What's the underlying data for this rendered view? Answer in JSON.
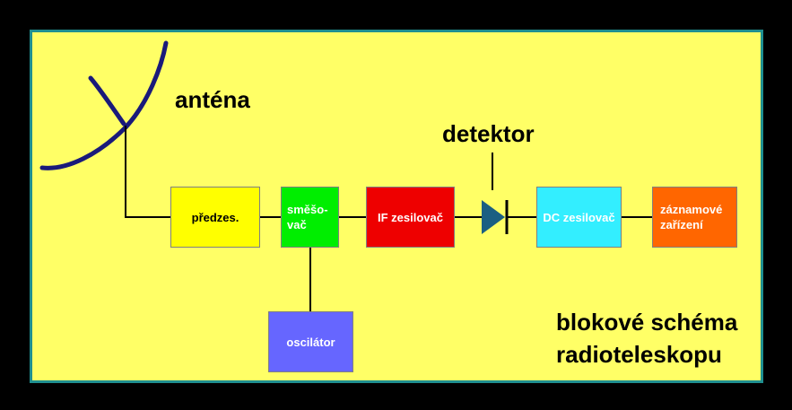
{
  "colors": {
    "frame": "#000000",
    "panel": "#ffff66",
    "panel_border": "#1f8f8f",
    "antenna": "#1a1a7a",
    "wire": "#000000"
  },
  "labels": {
    "antenna": "anténa",
    "detector": "detektor",
    "caption_line1": "blokové schéma",
    "caption_line2": "radioteleskopu"
  },
  "blocks": {
    "preamp": {
      "text": "předzes.",
      "color": "#ffff00",
      "text_color": "#000000"
    },
    "mixer_1": {
      "text": "směšo-",
      "color": "#00ee00",
      "text_color": "#ffffff"
    },
    "mixer_2": {
      "text": "vač",
      "color": "#00ee00",
      "text_color": "#ffffff"
    },
    "if_amp": {
      "text": "IF zesilovač",
      "color": "#ee0000",
      "text_color": "#ffffff"
    },
    "dc_amp": {
      "text": "DC zesilovač",
      "color": "#33eeff",
      "text_color": "#ffffff"
    },
    "recorder_1": {
      "text": "záznamové",
      "color": "#ff6600",
      "text_color": "#ffffff"
    },
    "recorder_2": {
      "text": "zařízení",
      "color": "#ff6600",
      "text_color": "#ffffff"
    },
    "oscillator": {
      "text": "oscilátor",
      "color": "#6666ff",
      "text_color": "#ffffff"
    }
  }
}
